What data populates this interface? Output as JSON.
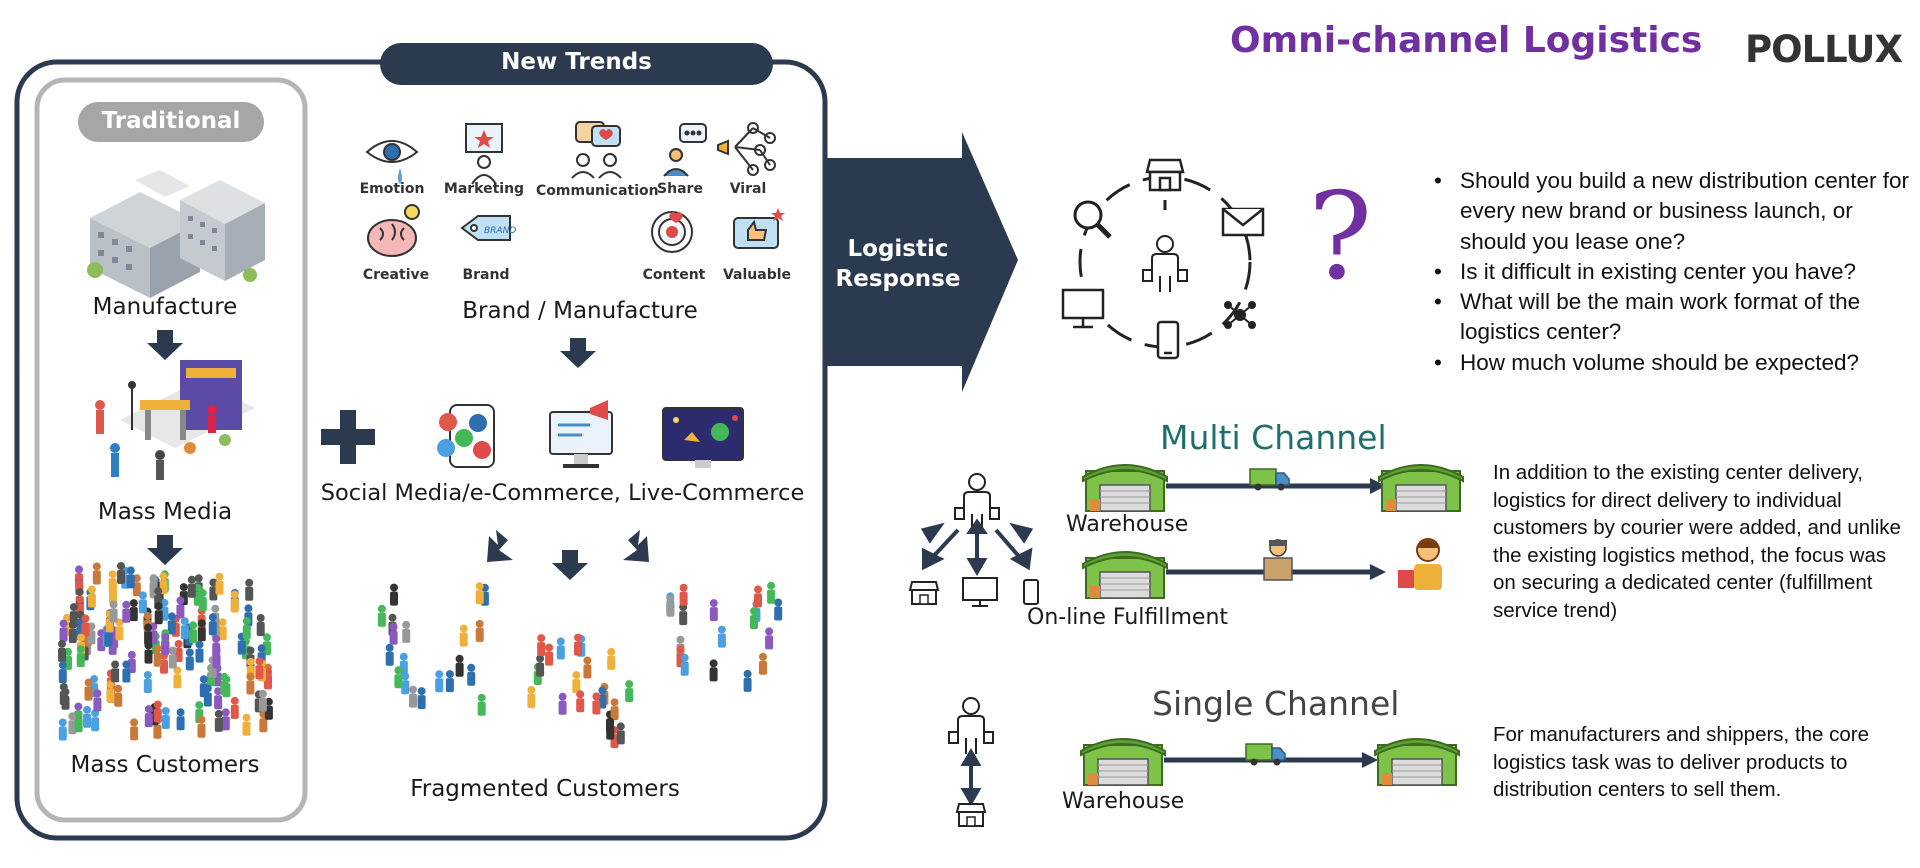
{
  "header": {
    "title": "Omni-channel Logistics",
    "logo": "POLLUX",
    "title_color": "#7030a0"
  },
  "left_panel": {
    "new_trends_label": "New Trends",
    "traditional_label": "Traditional",
    "traditional_steps": [
      "Manufacture",
      "Mass Media",
      "Mass Customers"
    ],
    "trend_icons": [
      "Emotion",
      "Marketing",
      "Communication",
      "Share",
      "Viral",
      "Creative",
      "Brand",
      "Content",
      "Valuable"
    ],
    "brand_label": "Brand / Manufacture",
    "media_label": "Social Media/e-Commerce, Live-Commerce",
    "fragmented_label": "Fragmented Customers"
  },
  "response": {
    "label_line1": "Logistic",
    "label_line2": "Response",
    "color": "#2b3a4e"
  },
  "questions": [
    "Should you build a new distribution center for every new brand or business launch, or should you lease one?",
    "Is it difficult in existing center you have?",
    "What will be the main work format of the logistics center?",
    "How much volume should be expected?"
  ],
  "question_mark": "?",
  "multi_channel": {
    "title": "Multi Channel",
    "title_color": "#1f6f6f",
    "warehouse_label": "Warehouse",
    "fulfillment_label": "On-line Fulfillment",
    "description": "In addition to the existing center delivery, logistics for direct delivery to individual customers by courier were added, and unlike the existing logistics method, the focus was on securing a dedicated center (fulfillment service trend)"
  },
  "single_channel": {
    "title": "Single Channel",
    "warehouse_label": "Warehouse",
    "description": "For manufacturers and shippers, the core logistics task was to deliver products to distribution centers to sell them."
  }
}
